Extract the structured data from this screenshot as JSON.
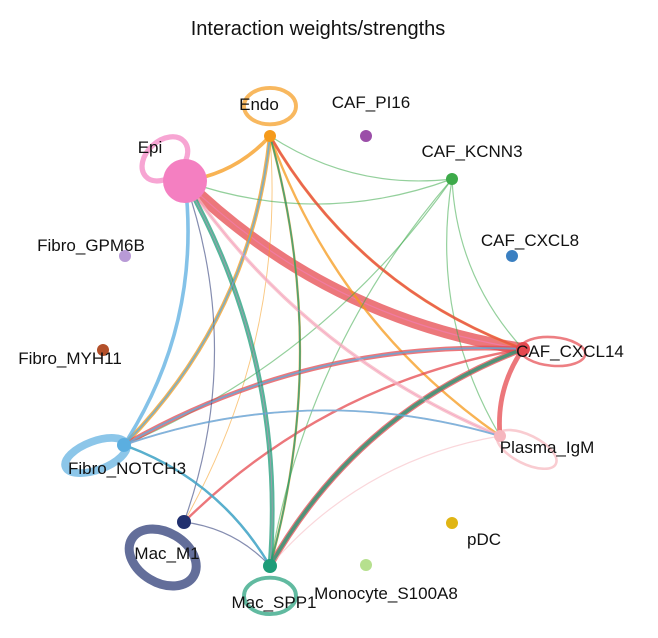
{
  "title": "Interaction weights/strengths",
  "nodes": [
    {
      "id": "Epi",
      "label": "Epi",
      "color": "#F47FC1",
      "weight": 1.0
    },
    {
      "id": "Endo",
      "label": "Endo",
      "color": "#F59A1B",
      "weight": 0.3
    },
    {
      "id": "CAF_PI16",
      "label": "CAF_PI16",
      "color": "#9B4EA8",
      "weight": 0.3
    },
    {
      "id": "CAF_KCNN3",
      "label": "CAF_KCNN3",
      "color": "#3DAA4A",
      "weight": 0.3
    },
    {
      "id": "CAF_CXCL8",
      "label": "CAF_CXCL8",
      "color": "#3A7FC1",
      "weight": 0.3
    },
    {
      "id": "CAF_CXCL14",
      "label": "CAF_CXCL14",
      "color": "#E5494F",
      "weight": 0.35
    },
    {
      "id": "Plasma_IgM",
      "label": "Plasma_IgM",
      "color": "#F6B6BE",
      "weight": 0.3
    },
    {
      "id": "pDC",
      "label": "pDC",
      "color": "#E0B514",
      "weight": 0.3
    },
    {
      "id": "Monocyte_S100A8",
      "label": "Monocyte_S100A8",
      "color": "#B6E08E",
      "weight": 0.3
    },
    {
      "id": "Mac_SPP1",
      "label": "Mac_SPP1",
      "color": "#1E9C78",
      "weight": 0.35
    },
    {
      "id": "Mac_M1",
      "label": "Mac_M1",
      "color": "#21306F",
      "weight": 0.35
    },
    {
      "id": "Fibro_NOTCH3",
      "label": "Fibro_NOTCH3",
      "color": "#5BAEE0",
      "weight": 0.35
    },
    {
      "id": "Fibro_MYH11",
      "label": "Fibro_MYH11",
      "color": "#B3502A",
      "weight": 0.3
    },
    {
      "id": "Fibro_GPM6B",
      "label": "Fibro_GPM6B",
      "color": "#B89AD6",
      "weight": 0.3
    }
  ],
  "edges": [
    {
      "source": "CAF_CXCL14",
      "target": "Epi",
      "weight": 10
    },
    {
      "source": "Epi",
      "target": "CAF_CXCL14",
      "weight": 1
    },
    {
      "source": "Endo",
      "target": "Epi",
      "weight": 3
    },
    {
      "source": "Endo",
      "target": "CAF_CXCL14",
      "weight": 2.5
    },
    {
      "source": "Endo",
      "target": "Plasma_IgM",
      "weight": 2
    },
    {
      "source": "Endo",
      "target": "Mac_SPP1",
      "weight": 2
    },
    {
      "source": "Endo",
      "target": "Fibro_NOTCH3",
      "weight": 3.5
    },
    {
      "source": "Endo",
      "target": "Mac_M1",
      "weight": 0.8
    },
    {
      "source": "CAF_KCNN3",
      "target": "Epi",
      "weight": 1
    },
    {
      "source": "CAF_KCNN3",
      "target": "Endo",
      "weight": 1
    },
    {
      "source": "CAF_KCNN3",
      "target": "CAF_CXCL14",
      "weight": 1
    },
    {
      "source": "CAF_KCNN3",
      "target": "Plasma_IgM",
      "weight": 1
    },
    {
      "source": "CAF_KCNN3",
      "target": "Mac_SPP1",
      "weight": 1
    },
    {
      "source": "CAF_KCNN3",
      "target": "Fibro_NOTCH3",
      "weight": 1
    },
    {
      "source": "CAF_CXCL14",
      "target": "Endo",
      "weight": 2
    },
    {
      "source": "CAF_CXCL14",
      "target": "Mac_SPP1",
      "weight": 5
    },
    {
      "source": "CAF_CXCL14",
      "target": "Fibro_NOTCH3",
      "weight": 4
    },
    {
      "source": "CAF_CXCL14",
      "target": "Mac_M1",
      "weight": 2
    },
    {
      "source": "CAF_CXCL14",
      "target": "Plasma_IgM",
      "weight": 4
    },
    {
      "source": "Plasma_IgM",
      "target": "Epi",
      "weight": 3
    },
    {
      "source": "Plasma_IgM",
      "target": "Fibro_NOTCH3",
      "weight": 1.5
    },
    {
      "source": "Plasma_IgM",
      "target": "Mac_SPP1",
      "weight": 1
    },
    {
      "source": "Mac_SPP1",
      "target": "Epi",
      "weight": 4
    },
    {
      "source": "Mac_SPP1",
      "target": "Endo",
      "weight": 1.5
    },
    {
      "source": "Mac_SPP1",
      "target": "CAF_CXCL14",
      "weight": 3
    },
    {
      "source": "Mac_SPP1",
      "target": "Fibro_NOTCH3",
      "weight": 2
    },
    {
      "source": "Mac_M1",
      "target": "Epi",
      "weight": 1
    },
    {
      "source": "Mac_M1",
      "target": "Mac_SPP1",
      "weight": 1
    },
    {
      "source": "Fibro_NOTCH3",
      "target": "Epi",
      "weight": 3
    },
    {
      "source": "Fibro_NOTCH3",
      "target": "Endo",
      "weight": 1.5
    },
    {
      "source": "Fibro_NOTCH3",
      "target": "CAF_CXCL14",
      "weight": 1.5
    },
    {
      "source": "Fibro_NOTCH3",
      "target": "Plasma_IgM",
      "weight": 1.5
    },
    {
      "source": "Fibro_NOTCH3",
      "target": "Mac_SPP1",
      "weight": 2
    },
    {
      "source": "Epi",
      "target": "Mac_SPP1",
      "weight": 0.6
    },
    {
      "source": "Epi",
      "target": "Plasma_IgM",
      "weight": 0.6
    }
  ],
  "self_loops": [
    {
      "node": "Epi",
      "weight": 4
    },
    {
      "node": "Endo",
      "weight": 3
    },
    {
      "node": "CAF_CXCL14",
      "weight": 2
    },
    {
      "node": "Plasma_IgM",
      "weight": 2
    },
    {
      "node": "Mac_SPP1",
      "weight": 3
    },
    {
      "node": "Mac_M1",
      "weight": 7
    },
    {
      "node": "Fibro_NOTCH3",
      "weight": 6
    }
  ]
}
